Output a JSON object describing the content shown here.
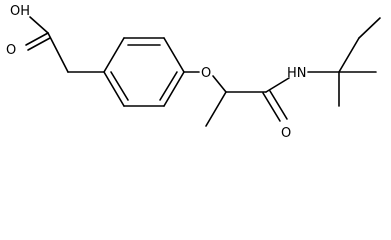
{
  "atoms": {
    "hydroxyl": "OH",
    "carbonyl_oxygen_acid": "O",
    "ether_oxygen": "O",
    "amide_nitrogen": "HN",
    "carbonyl_oxygen_amide": "O"
  },
  "colors": {
    "bond": "#000000",
    "background": "#ffffff"
  }
}
